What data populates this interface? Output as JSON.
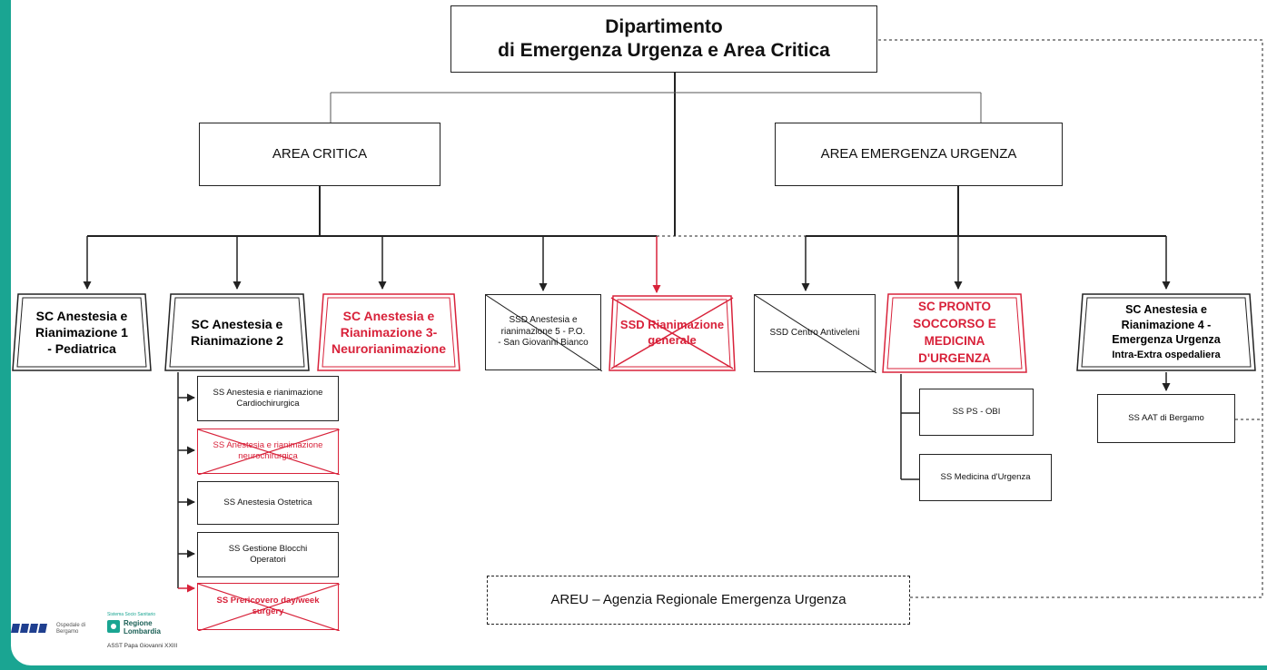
{
  "root": {
    "line1": "Dipartimento",
    "line2": "di Emergenza Urgenza e Area Critica"
  },
  "areas": {
    "critica": "AREA CRITICA",
    "emergenza": "AREA EMERGENZA URGENZA"
  },
  "units": {
    "sc1": {
      "lines": [
        "SC Anestesia e",
        "Rianimazione 1",
        "- Pediatrica"
      ]
    },
    "sc2": {
      "lines": [
        "SC Anestesia e",
        "Rianimazione 2"
      ]
    },
    "sc3": {
      "lines": [
        "SC Anestesia e",
        "Rianimazione 3-",
        "Neurorianimazione"
      ]
    },
    "ssd5": {
      "lines": [
        "SSD Anestesia e",
        "rianimazione 5 - P.O.",
        "- San Giovanni Bianco"
      ]
    },
    "ssd_rian": {
      "lines": [
        "SSD  Rianimazione",
        "generale"
      ]
    },
    "ssd_cav": {
      "lines": [
        "SSD Centro Antiveleni"
      ]
    },
    "sc_ps": {
      "lines": [
        "SC PRONTO",
        "SOCCORSO E",
        "MEDICINA",
        "D'URGENZA"
      ]
    },
    "sc4": {
      "lines": [
        "SC Anestesia e",
        "Rianimazione 4 -",
        "Emergenza Urgenza",
        "Intra-Extra ospedaliera"
      ]
    }
  },
  "sc2_sub": [
    {
      "lines": [
        "SS Anestesia e rianimazione",
        "Cardiochirurgica"
      ]
    },
    {
      "lines": [
        "SS Anestesia e rianimazione",
        "neurochirurgica"
      ]
    },
    {
      "lines": [
        "SS Anestesia Ostetrica"
      ]
    },
    {
      "lines": [
        "SS Gestione Blocchi",
        "Operatori"
      ]
    },
    {
      "lines": [
        "SS Prericovero day/week",
        "surgery"
      ]
    }
  ],
  "ps_sub": [
    {
      "lines": [
        "SS PS - OBI"
      ]
    },
    {
      "lines": [
        "SS Medicina d'Urgenza"
      ]
    }
  ],
  "sc4_sub": [
    {
      "lines": [
        "SS AAT di Bergamo"
      ]
    }
  ],
  "areu": "AREU – Agenzia Regionale Emergenza Urgenza",
  "logos": {
    "ospedale": "Ospedale di Bergamo",
    "sistema": "Sistema Socio Sanitario",
    "regione": "Regione Lombardia",
    "asst": "ASST Papa Giovanni XXIII"
  },
  "colors": {
    "line": "#222222",
    "red": "#d8223a",
    "frame": "#1aa592"
  }
}
